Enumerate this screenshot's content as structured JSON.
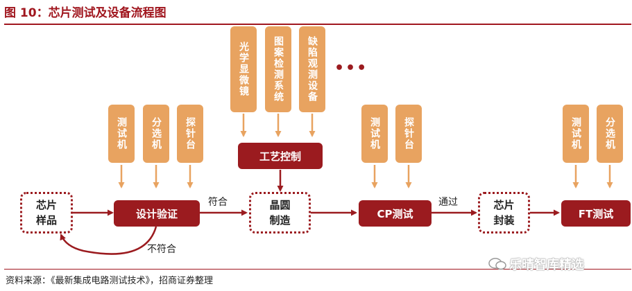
{
  "title": "图 10：芯片测试及设备流程图",
  "source": "资料来源：《最新集成电路测试技术》，招商证券整理",
  "watermark": "乐晴智库精选",
  "colors": {
    "accent": "#9b1b1f",
    "tool": "#e8a360"
  },
  "nodes": {
    "sample": "芯片样品",
    "design": "设计验证",
    "wafer": "晶圆制造",
    "process": "工艺控制",
    "cp": "CP测试",
    "package": "芯片封装",
    "ft": "FT测试"
  },
  "tools": {
    "design": [
      "测试机",
      "分选机",
      "探针台"
    ],
    "process": [
      "光学显微镜",
      "图案检测系统",
      "缺陷观测设备"
    ],
    "process_more": "•••",
    "cp": [
      "测试机",
      "探针台"
    ],
    "ft": [
      "测试机",
      "分选机"
    ]
  },
  "edges": {
    "pass": "符合",
    "fail": "不符合",
    "through": "通过"
  }
}
